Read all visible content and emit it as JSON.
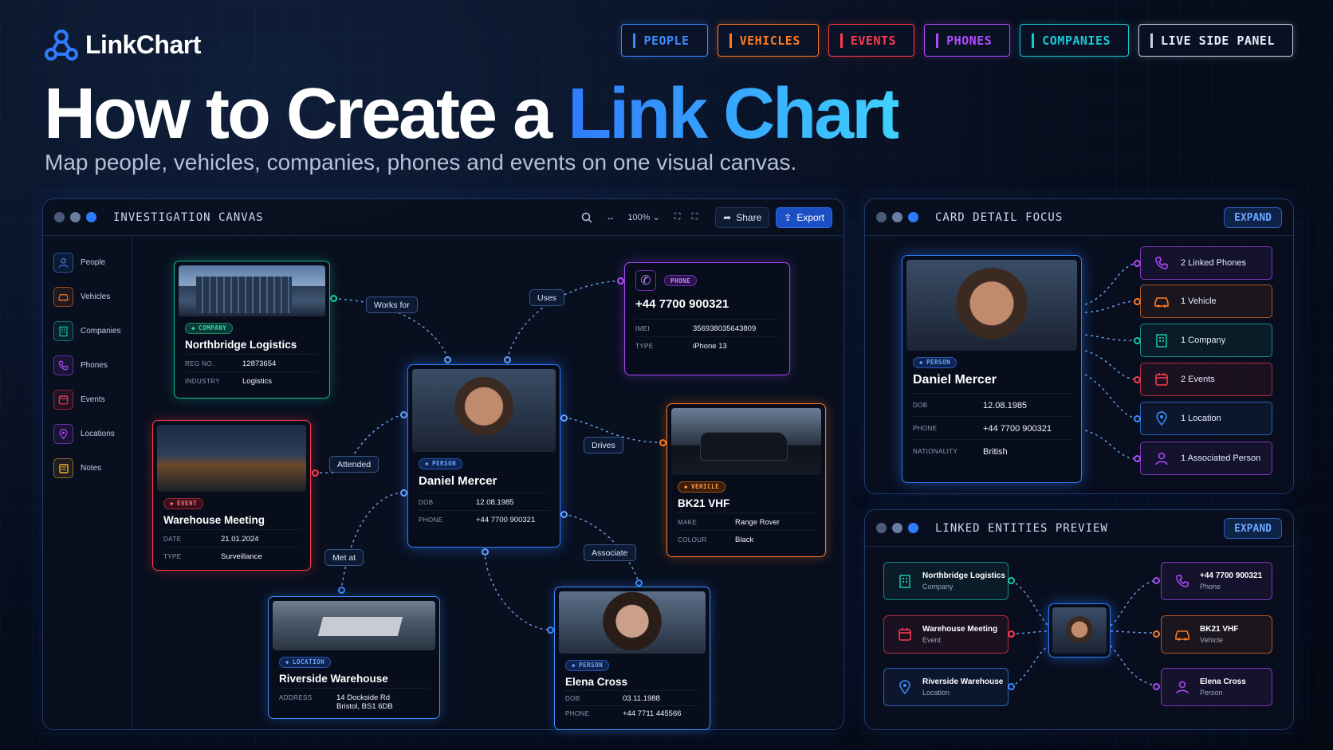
{
  "brand": {
    "name": "LinkChart"
  },
  "nav": [
    {
      "label": "PEOPLE",
      "color": "#3b8cff"
    },
    {
      "label": "VEHICLES",
      "color": "#ff7a22"
    },
    {
      "label": "EVENTS",
      "color": "#ff3b4e"
    },
    {
      "label": "PHONES",
      "color": "#b24bff"
    },
    {
      "label": "COMPANIES",
      "color": "#19c8d8"
    },
    {
      "label": "LIVE SIDE PANEL",
      "color": "#c9d2e6"
    }
  ],
  "hero": {
    "title_main": "How to Create a ",
    "title_accent": "Link Chart",
    "subtitle": "Map people, vehicles, companies, phones and events on one visual canvas."
  },
  "canvas": {
    "title": "INVESTIGATION CANVAS",
    "zoom": "100%",
    "share_label": "Share",
    "export_label": "Export",
    "sidebar": [
      "People",
      "Vehicles",
      "Companies",
      "Phones",
      "Events",
      "Locations",
      "Notes"
    ],
    "links": {
      "works_for": "Works for",
      "uses": "Uses",
      "attended": "Attended",
      "drives": "Drives",
      "met_at": "Met at",
      "associate": "Associate"
    },
    "company": {
      "tag": "COMPANY",
      "name": "Northbridge Logistics",
      "k1": "REG NO.",
      "v1": "12873654",
      "k2": "INDUSTRY",
      "v2": "Logistics"
    },
    "phone": {
      "tag": "PHONE",
      "number": "+44 7700 900321",
      "k1": "IMEI",
      "v1": "356938035643809",
      "k2": "TYPE",
      "v2": "iPhone 13"
    },
    "person": {
      "tag": "PERSON",
      "name": "Daniel Mercer",
      "k1": "DOB",
      "v1": "12.08.1985",
      "k2": "PHONE",
      "v2": "+44 7700 900321"
    },
    "event": {
      "tag": "EVENT",
      "name": "Warehouse Meeting",
      "k1": "DATE",
      "v1": "21.01.2024",
      "k2": "TYPE",
      "v2": "Surveillance"
    },
    "vehicle": {
      "tag": "VEHICLE",
      "name": "BK21 VHF",
      "k1": "MAKE",
      "v1": "Range Rover",
      "k2": "COLOUR",
      "v2": "Black"
    },
    "location": {
      "tag": "LOCATION",
      "name": "Riverside Warehouse",
      "k1": "ADDRESS",
      "v1a": "14 Dockside Rd",
      "v1b": "Bristol, BS1 6DB"
    },
    "person2": {
      "tag": "PERSON",
      "name": "Elena Cross",
      "k1": "DOB",
      "v1": "03.11.1988",
      "k2": "PHONE",
      "v2": "+44 7711 445566"
    }
  },
  "detail": {
    "title": "CARD DETAIL FOCUS",
    "expand": "EXPAND",
    "person": {
      "tag": "PERSON",
      "name": "Daniel Mercer",
      "k1": "DOB",
      "v1": "12.08.1985",
      "k2": "PHONE",
      "v2": "+44 7700 900321",
      "k3": "NATIONALITY",
      "v3": "British"
    },
    "links": [
      {
        "label": "2 Linked Phones",
        "color": "#b24bff",
        "icon": "phone-icon"
      },
      {
        "label": "1 Vehicle",
        "color": "#ff7a22",
        "icon": "car-icon"
      },
      {
        "label": "1 Company",
        "color": "#19c8a8",
        "icon": "building-icon"
      },
      {
        "label": "2 Events",
        "color": "#ff3b4e",
        "icon": "calendar-icon"
      },
      {
        "label": "1 Location",
        "color": "#3b8cff",
        "icon": "pin-icon"
      },
      {
        "label": "1 Associated Person",
        "color": "#b24bff",
        "icon": "person-icon"
      }
    ]
  },
  "preview": {
    "title": "LINKED ENTITIES PREVIEW",
    "expand": "EXPAND",
    "left": [
      {
        "name": "Northbridge Logistics",
        "type": "Company",
        "color": "#19c8a8",
        "icon": "building-icon"
      },
      {
        "name": "Warehouse Meeting",
        "type": "Event",
        "color": "#ff3b4e",
        "icon": "calendar-icon"
      },
      {
        "name": "Riverside Warehouse",
        "type": "Location",
        "color": "#3b8cff",
        "icon": "pin-icon"
      }
    ],
    "right": [
      {
        "name": "+44 7700 900321",
        "type": "Phone",
        "color": "#b24bff",
        "icon": "phone-icon"
      },
      {
        "name": "BK21 VHF",
        "type": "Vehicle",
        "color": "#ff7a22",
        "icon": "car-icon"
      },
      {
        "name": "Elena Cross",
        "type": "Person",
        "color": "#b24bff",
        "icon": "person-icon"
      }
    ]
  }
}
